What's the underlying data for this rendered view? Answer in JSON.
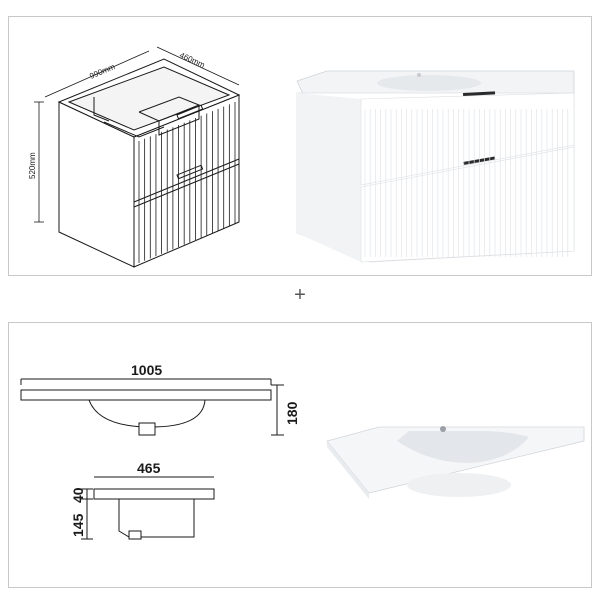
{
  "top_panel": {
    "dimensions": {
      "width": "990mm",
      "depth": "460mm",
      "height": "520mm"
    }
  },
  "separator": {
    "symbol": "+"
  },
  "bottom_panel": {
    "basin_front": {
      "width": "1005",
      "height": "180"
    },
    "basin_side": {
      "depth": "465",
      "lip": "40",
      "body": "145"
    }
  },
  "colors": {
    "line": "#1a1a1a",
    "cabinet_white": "#ffffff",
    "shadow_grey": "#d9dde2",
    "border": "#c8c8c8"
  }
}
